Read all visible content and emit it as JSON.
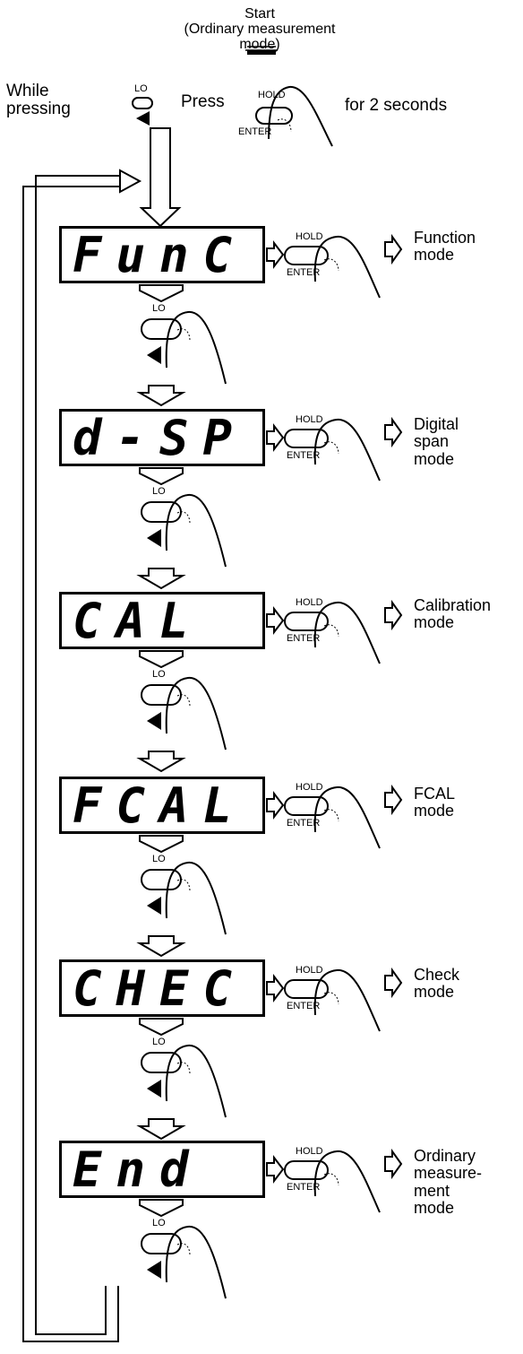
{
  "start": {
    "line1": "Start",
    "line2": "(Ordinary measurement",
    "line3": "mode)"
  },
  "top": {
    "while_line1": "While",
    "while_line2": "pressing",
    "press": "Press",
    "duration": "for 2 seconds"
  },
  "buttons": {
    "lo": "LO",
    "hold": "HOLD",
    "enter": "ENTER"
  },
  "steps": [
    {
      "display": "FunC",
      "mode_lines": [
        "Function",
        "mode"
      ]
    },
    {
      "display": "d-SP",
      "mode_lines": [
        "Digital",
        "span",
        "mode"
      ]
    },
    {
      "display": "CAL",
      "mode_lines": [
        "Calibration",
        "mode"
      ]
    },
    {
      "display": "FCAL",
      "mode_lines": [
        "FCAL",
        "mode"
      ]
    },
    {
      "display": "CHEC",
      "mode_lines": [
        "Check",
        "mode"
      ]
    },
    {
      "display": "End",
      "mode_lines": [
        "Ordinary",
        "measure-",
        "ment",
        "mode"
      ]
    }
  ]
}
